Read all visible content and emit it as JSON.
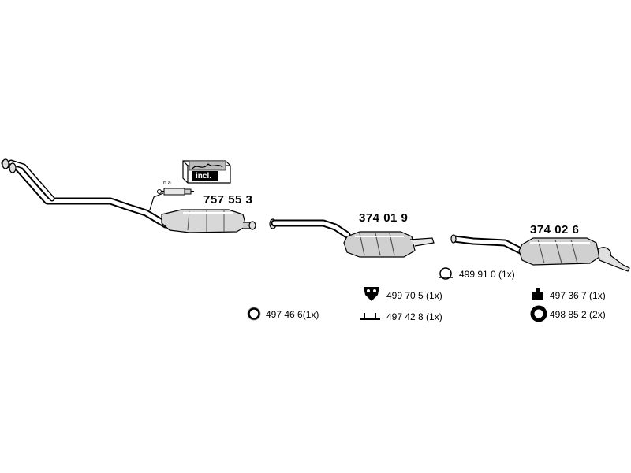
{
  "parts": {
    "front_pipe_cat": {
      "number": "757 55 3"
    },
    "middle_silencer": {
      "number": "374 01 9"
    },
    "rear_silencer": {
      "number": "374 02 6"
    }
  },
  "kit": {
    "label": "incl."
  },
  "sensor": {
    "label": "n.a."
  },
  "accessories": [
    {
      "label": "499 91 0 (1x)",
      "icon": "clamp-icon"
    },
    {
      "label": "499 70 5 (1x)",
      "icon": "rubber-hanger-icon"
    },
    {
      "label": "497 36 7 (1x)",
      "icon": "bracket-icon"
    },
    {
      "label": "497 46 6(1x)",
      "icon": "ring-gasket-icon"
    },
    {
      "label": "497 42 8 (1x)",
      "icon": "mounting-strip-icon"
    },
    {
      "label": "498 85 2 (2x)",
      "icon": "rubber-ring-icon"
    }
  ]
}
